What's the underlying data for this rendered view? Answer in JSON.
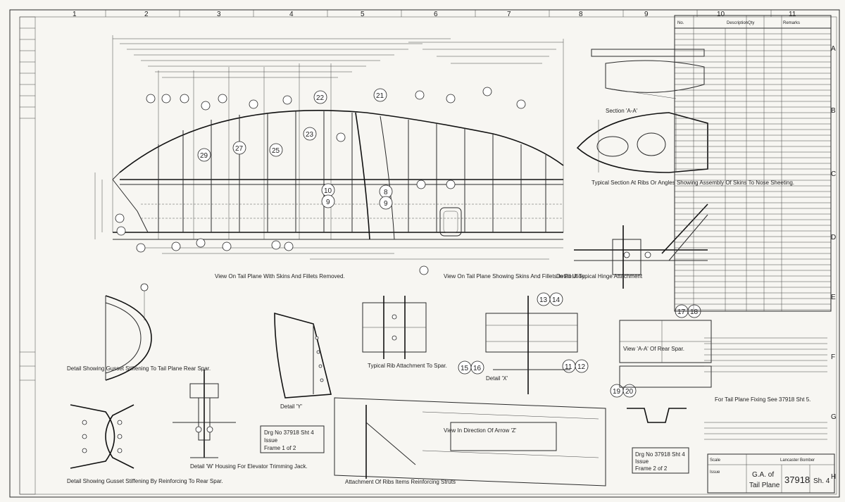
{
  "border_numbers": [
    "1",
    "2",
    "3",
    "4",
    "5",
    "6",
    "7",
    "8",
    "9",
    "10",
    "11"
  ],
  "border_letters": [
    "A",
    "B",
    "C",
    "D",
    "E",
    "F",
    "G",
    "H"
  ],
  "views": {
    "tail_plane_main": "View On Tail Plane With Skins And Fillets Removed.",
    "tail_plane_fillets": "View On Tail Plane Showing Skins And Fillets In Position",
    "typical_section": "Typical Section At Ribs Or Angles Showing Assembly Of Skins To Nose Sheeting.",
    "section_aa": "Section 'A-A'",
    "detail_j": "Detail 'J' Typical Hinge Attachment",
    "detail_x": "Detail 'X'",
    "detail_y": "Detail 'Y'",
    "detail_w": "Detail 'W' Housing For Elevator Trimming Jack.",
    "rib_attachment": "Typical Rib Attachment To Spar.",
    "rear_spar_view": "View 'A-A' Of Rear Spar.",
    "stiffeners_detail": "Detail Showing Gusset Stiffening To Tail Plane Rear Spar.",
    "gusset_detail": "Detail Showing Gusset Stiffening By Reinforcing To Rear Spar.",
    "view_arrow": "View In Direction Of Arrow 'Z'",
    "attachment_ribs": "Attachment Of Ribs Items Reinforcing Struts",
    "tail_plane_fixing": "For Tail Plane Fixing See 37918 Sht 5."
  },
  "callouts": [
    "29",
    "27",
    "25",
    "23",
    "22",
    "21",
    "10",
    "9",
    "8",
    "13",
    "14",
    "15",
    "16",
    "11",
    "12",
    "17",
    "18",
    "19",
    "20"
  ],
  "stamps": [
    {
      "line1": "Drg No 37918 Sht 4",
      "line2": "Issue",
      "line3": "Frame 1 of 2"
    },
    {
      "line1": "Drg No 37918 Sht 4",
      "line2": "Issue",
      "line3": "Frame 2 of 2"
    }
  ],
  "title_block": {
    "title_line1": "G.A. of",
    "title_line2": "Tail Plane",
    "drawing_number": "37918",
    "sheet": "Sh. 4",
    "company": "Lancaster Bomber",
    "scale_label": "Scale",
    "issue_label": "Issue"
  },
  "parts_list": {
    "headers": [
      "No.",
      "Description",
      "Qty",
      "Remarks"
    ]
  }
}
